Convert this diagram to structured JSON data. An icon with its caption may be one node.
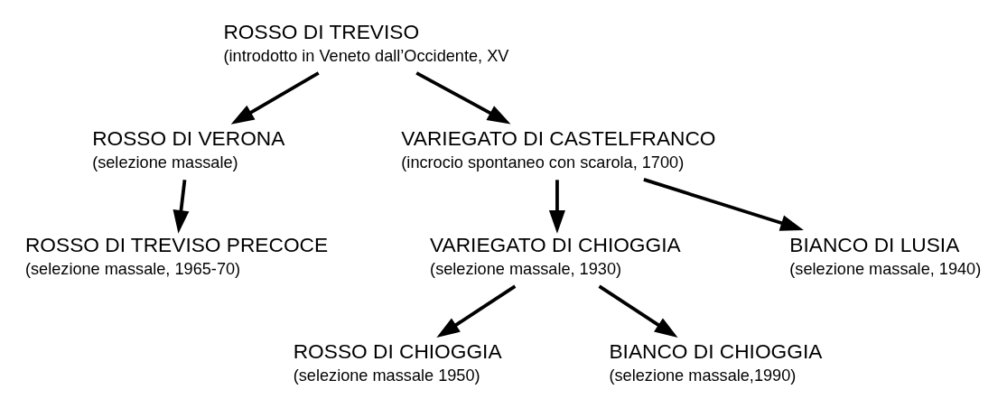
{
  "diagram": {
    "nodes": [
      {
        "text": [
          "ROSSO DI TREVISO",
          "(introdotto in Veneto dall’Occidente, XV"
        ]
      },
      {
        "text": [
          "ROSSO DI VERONA",
          "(selezione massale)"
        ]
      },
      {
        "text": [
          "VARIEGATO DI CASTELFRANCO",
          "(incrocio spontaneo con scarola, 1700)"
        ]
      },
      {
        "text": [
          "ROSSO DI TREVISO PRECOCE",
          "(selezione massale, 1965-70)"
        ]
      },
      {
        "text": [
          "VARIEGATO DI CHIOGGIA",
          "(selezione massale, 1930)"
        ]
      },
      {
        "text": [
          "BIANCO DI LUSIA",
          "(selezione massale, 1940)"
        ]
      },
      {
        "text": [
          "ROSSO DI CHIOGGIA",
          "(selezione massale 1950)"
        ]
      },
      {
        "text": [
          "BIANCO DI CHIOGGIA",
          "(selezione massale,1990)"
        ]
      }
    ],
    "edges": [
      {
        "from": 0,
        "to": 1,
        "arrow": "to"
      },
      {
        "from": 0,
        "to": 2,
        "arrow": "to"
      },
      {
        "from": 1,
        "to": 3,
        "arrow": "to"
      },
      {
        "from": 2,
        "to": 4,
        "arrow": "to"
      },
      {
        "from": 2,
        "to": 5,
        "arrow": "to"
      },
      {
        "from": 4,
        "to": 6,
        "arrow": "to"
      },
      {
        "from": 4,
        "to": 7,
        "arrow": "to"
      }
    ]
  }
}
